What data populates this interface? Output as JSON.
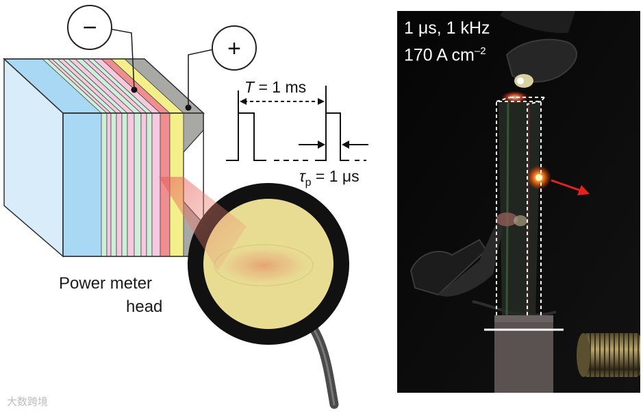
{
  "diagram": {
    "minus_symbol": "−",
    "plus_symbol": "+",
    "period_label": {
      "symbol": "T",
      "text": " = 1 ms"
    },
    "pulse_width_label": {
      "symbol": "τ",
      "subscript": "p",
      "text": " = 1 μs"
    },
    "power_meter_line1": "Power meter",
    "power_meter_line2": "head"
  },
  "photo": {
    "line1": "1 μs, 1 kHz",
    "line2": "170 A cm",
    "line2_sup": "–2"
  },
  "watermark": "大数跨境",
  "colors": {
    "layer_blue": "#a9d8f5",
    "layer_green": "#cdeed8",
    "layer_pink": "#f7c9e0",
    "layer_red": "#ef8e8e",
    "layer_yellow": "#f3f08c",
    "layer_gray": "#a8a8a4",
    "meter_face": "#e7dc92",
    "meter_rim": "#111111",
    "emission_red": "#e82020"
  }
}
